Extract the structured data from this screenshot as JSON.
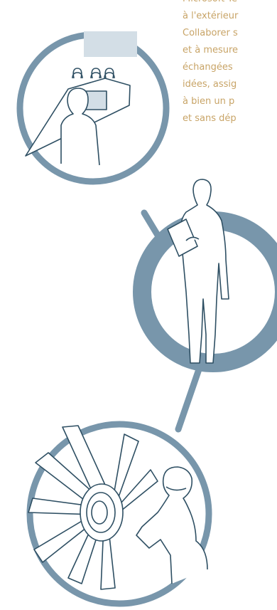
{
  "paragraph": {
    "lines": [
      "Microsoft Te",
      "à l'extérieur",
      "Collaborer s",
      "et à mesure",
      "échangées",
      "idées, assig",
      "à bien un p",
      "et sans dép"
    ]
  },
  "colors": {
    "accent": "#7896ab",
    "line_art": "#2e4f63",
    "text": "#c8a467",
    "screen": "#d3dee6"
  },
  "icons": [
    "meeting-illustration",
    "standing-person-illustration",
    "fan-worker-illustration"
  ]
}
